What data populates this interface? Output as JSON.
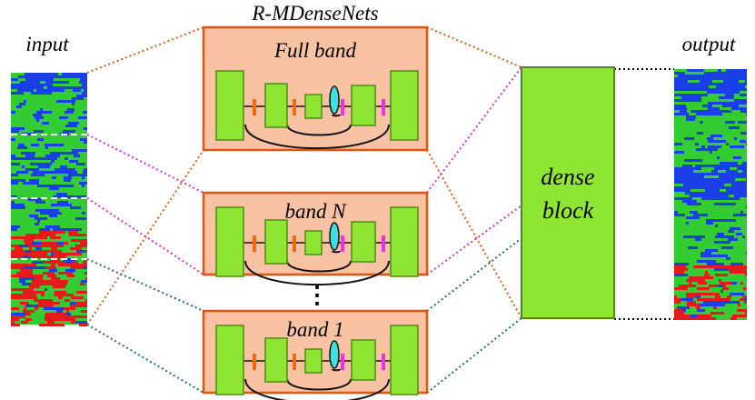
{
  "title": "R-MDenseNets",
  "input_label": "input",
  "output_label": "output",
  "boxes": {
    "full": "Full band",
    "band_n": "band N",
    "band_1": "band 1"
  },
  "ellipsis": "⋮",
  "dense_block": {
    "line1": "dense",
    "line2": "block"
  },
  "colors": {
    "box_fill": "#f9c3a3",
    "box_border": "#e5540f",
    "block_green": "#8ee632",
    "block_border": "#4e8a17",
    "orange_tick": "#f06a14",
    "magenta_tick": "#e833e0",
    "cyan_oval": "#40e0e0",
    "dot_orange": "#d0621a",
    "dot_magenta": "#cc33cc",
    "dot_teal": "#1f6e7a",
    "dot_black": "#000000",
    "spec_green": "#33cc33",
    "spec_blue": "#1a3fe6",
    "spec_red": "#e61a1a"
  }
}
